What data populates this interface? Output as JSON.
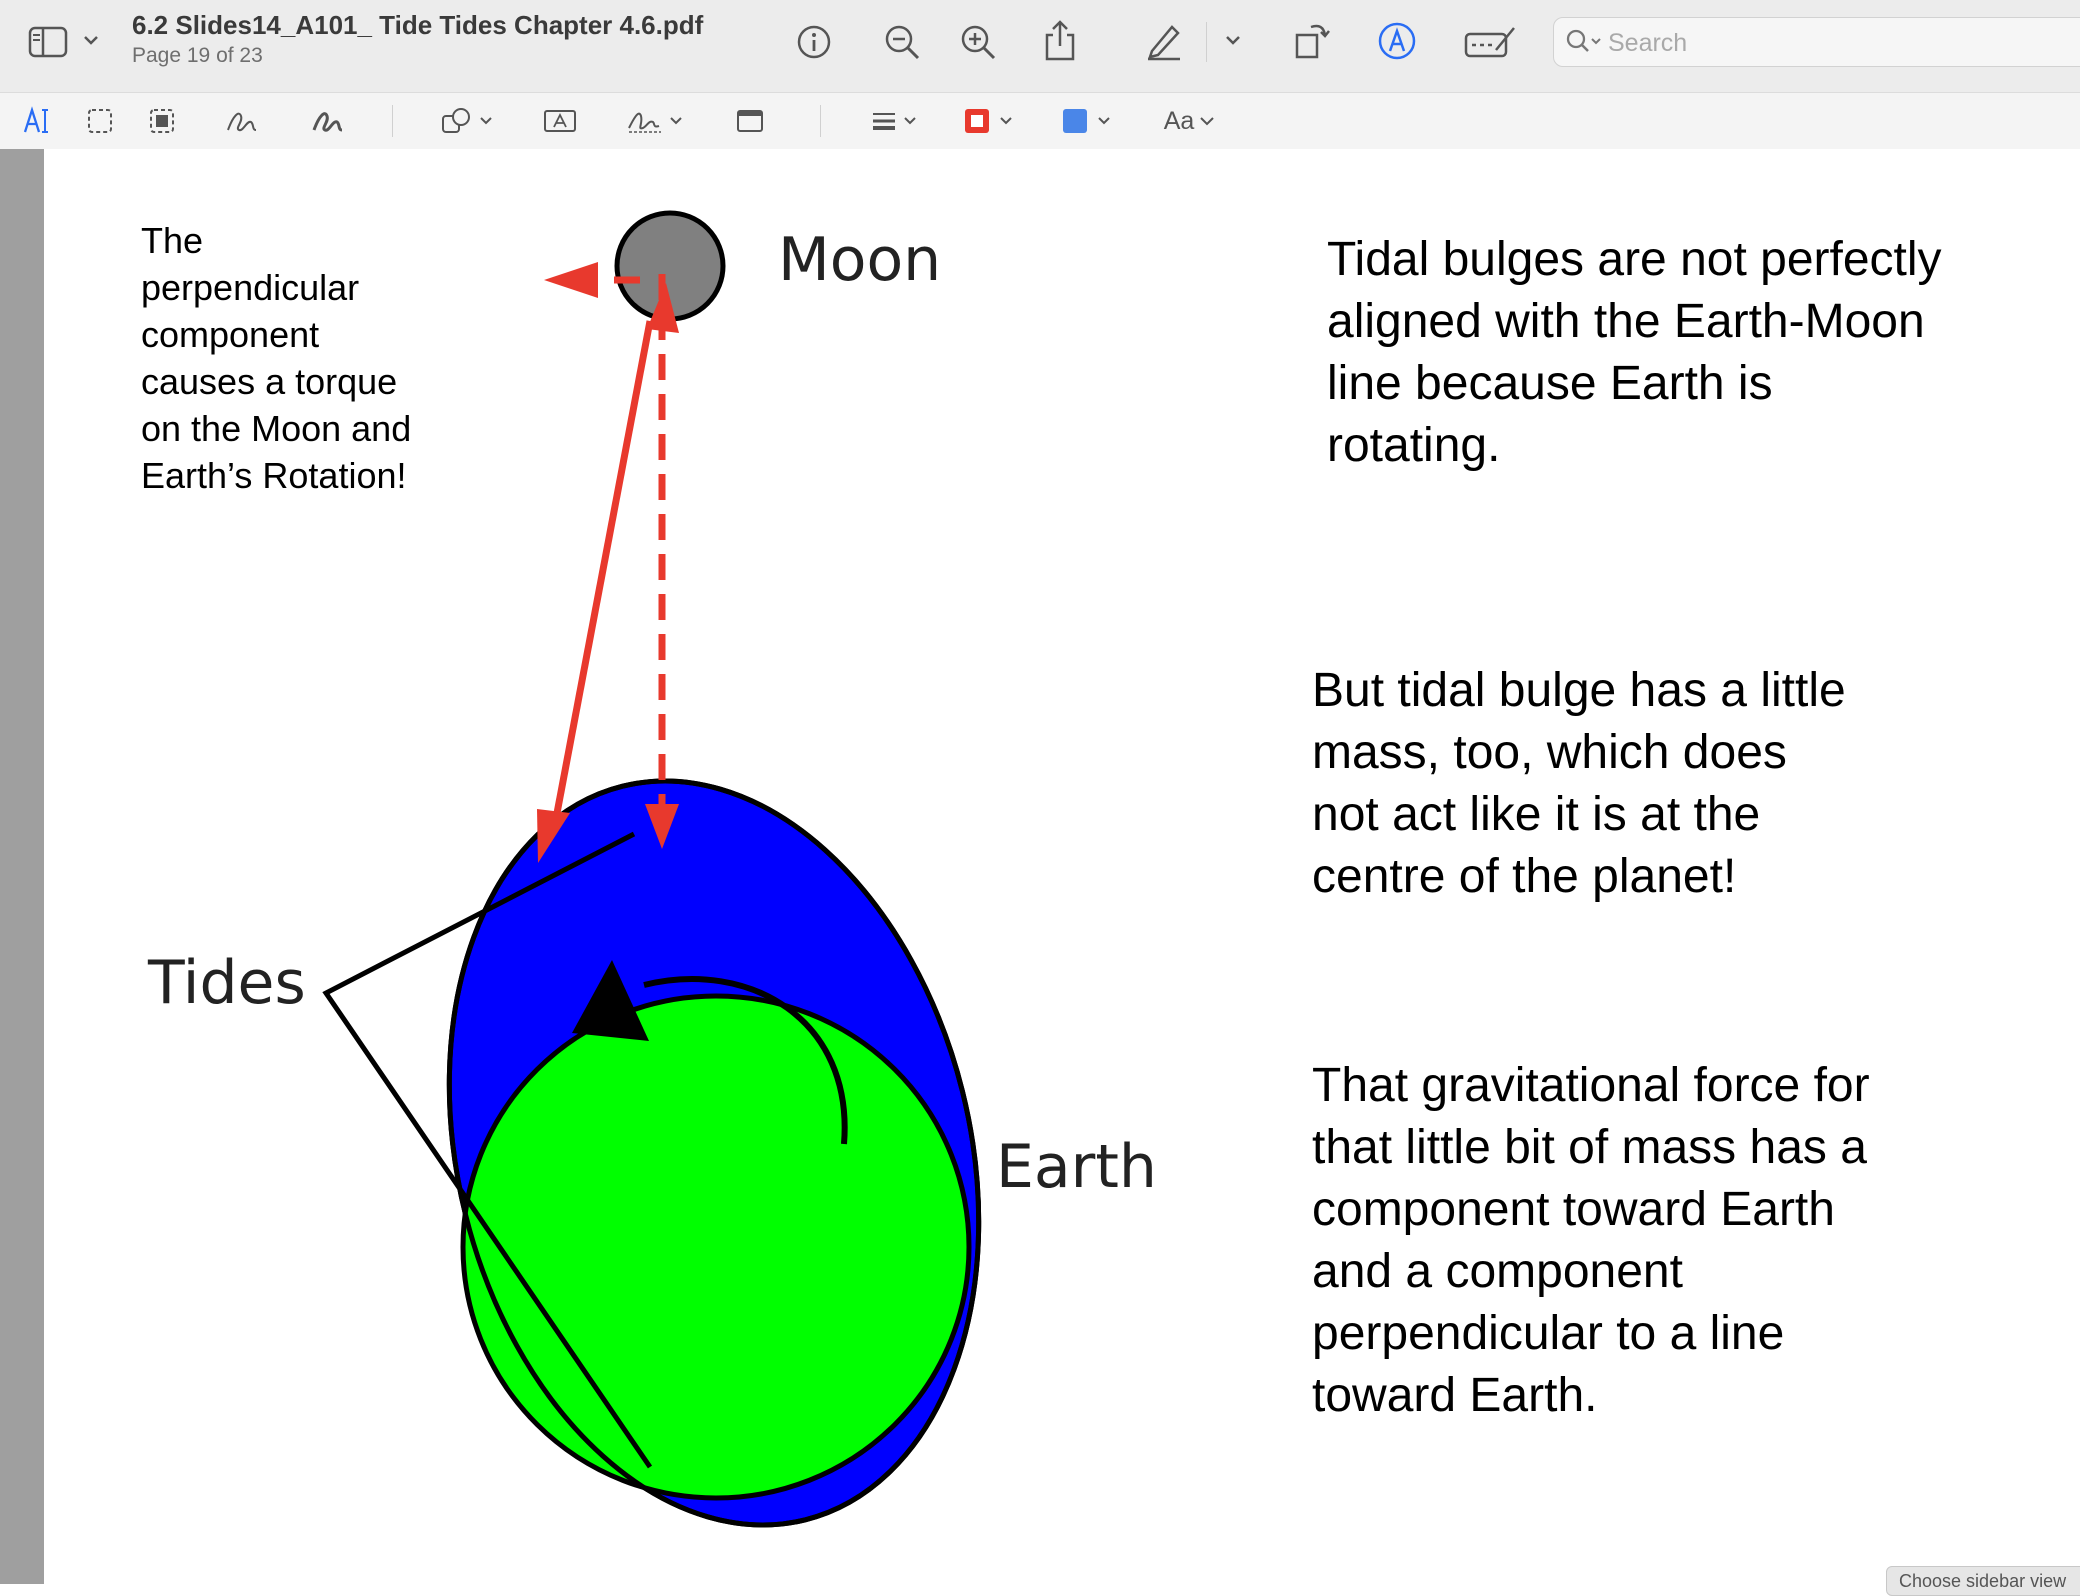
{
  "window": {
    "doc_title": "6.2 Slides14_A101_ Tide Tides Chapter 4.6.pdf",
    "page_indicator": "Page 19 of 23"
  },
  "toolbar": {
    "icons": [
      "sidebar-icon",
      "chevron-down-icon",
      "info-icon",
      "zoom-out-icon",
      "zoom-in-icon",
      "share-icon",
      "highlight-pen-icon",
      "chevron-down-icon",
      "rotate-icon",
      "markup-icon",
      "form-fill-icon"
    ],
    "search_placeholder": "Search"
  },
  "markup_bar": {
    "icons": [
      "text-selection-icon",
      "rect-selection-icon",
      "smart-lasso-icon",
      "sketch-icon",
      "draw-icon",
      "shapes-icon",
      "text-box-icon",
      "signature-icon",
      "note-icon",
      "line-style-icon",
      "border-color-icon",
      "fill-color-icon",
      "text-style-icon"
    ],
    "text_style_label": "Aa",
    "border_color": "#e8392d",
    "fill_color": "#4a86e8"
  },
  "slide": {
    "left_note": [
      "The",
      "perpendicular",
      "component",
      "causes a torque",
      "on the Moon and",
      "Earth’s Rotation!"
    ],
    "para1": [
      "Tidal bulges are not perfectly",
      "aligned with the Earth-Moon",
      "line because Earth is",
      "rotating."
    ],
    "para2": [
      "But tidal bulge has a little",
      "mass, too, which does",
      "not act like it is at the",
      "centre of the planet!"
    ],
    "para3": [
      "That gravitational force for",
      "that little bit of mass has a",
      "component toward Earth",
      "and a component",
      "perpendicular to a line",
      "toward Earth."
    ],
    "diagram": {
      "moon_label": "Moon",
      "tides_label": "Tides",
      "earth_label": "Earth",
      "ocean_color": "#0000ff",
      "earth_color": "#00ff00",
      "moon_color": "#808080",
      "arrow_color": "#e8392d"
    }
  },
  "corner_button": "Choose sidebar view"
}
